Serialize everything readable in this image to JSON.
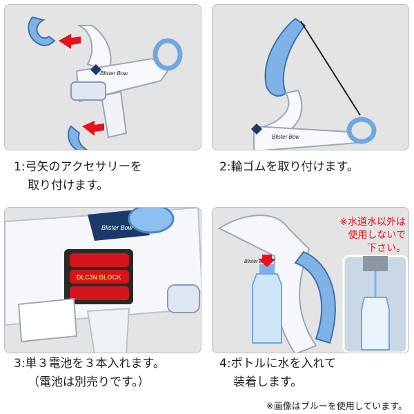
{
  "steps": [
    {
      "line1": "1:弓矢のアクセサリーを",
      "line2": "取り付けます。"
    },
    {
      "line1": "2:輪ゴムを取り付けます。",
      "line2": ""
    },
    {
      "line1": "3:単３電池を３本入れます。",
      "line2": "（電池は別売りです。）"
    },
    {
      "line1": "4:ボトルに水を入れて",
      "line2": "装着します。"
    }
  ],
  "brand_label": "Blister Bow",
  "battery_label": "DLC3N BLOCK",
  "warning": {
    "line1": "※水道水以外は",
    "line2": "使用しないで",
    "line3": "下さい。"
  },
  "footnote": "※画像はブルーを使用しています。",
  "colors": {
    "accent_blue": "#6ea8e0",
    "arrow_red": "#e8101a",
    "panel_bg": "#e4e4e4",
    "battery_red": "#d4161c"
  }
}
